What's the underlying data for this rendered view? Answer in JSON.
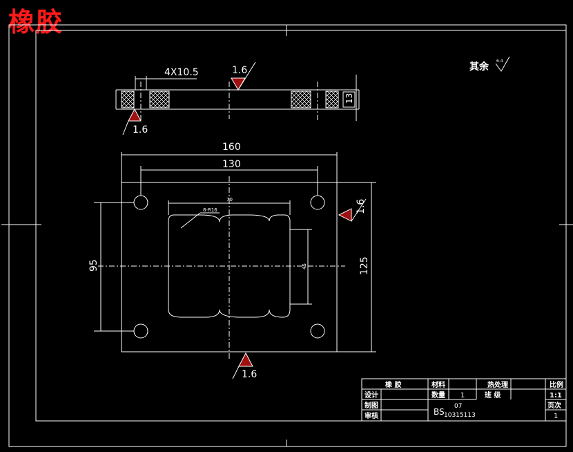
{
  "title": "橡胶",
  "note": {
    "text": "其余",
    "symbol": "6.4"
  },
  "roughness": [
    "1.6",
    "1.6",
    "1.6",
    "1.6"
  ],
  "dimensions": {
    "holes": "4X10.5",
    "thickness": "13",
    "width_outer": "160",
    "width_holes": "130",
    "height_holes": "95",
    "height_outer": "125",
    "slot_width": "70",
    "slot_height": "45",
    "radius": "8-R16"
  },
  "title_block": {
    "part_name": "橡  胶",
    "material_label": "材料",
    "heat_label": "热处理",
    "scale_label": "比例",
    "scale_value": "1:1",
    "design_label": "设计",
    "quantity_label": "数量",
    "quantity_value": "1",
    "class_label": "班  级",
    "drawing_label": "制图",
    "review_label": "审核",
    "class_value": "07",
    "student_id": "10315113",
    "prefix": "BS",
    "page_label": "页次",
    "page_value": "1"
  }
}
